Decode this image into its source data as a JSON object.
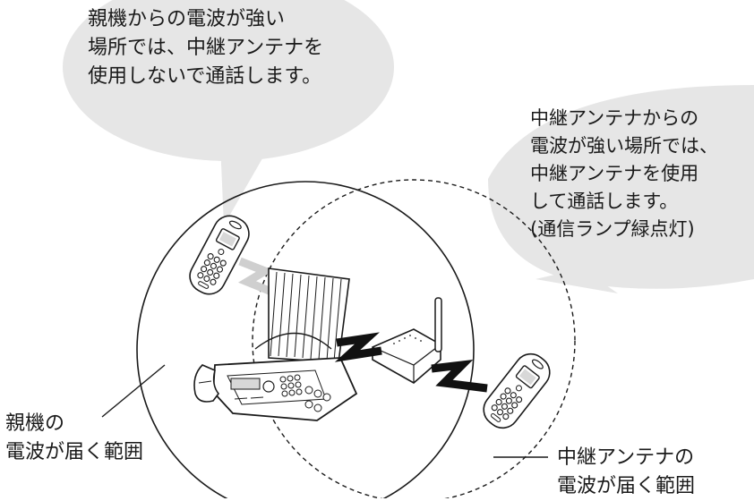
{
  "bubble_left": {
    "lines": [
      "親機からの電波が強い",
      "場所では、中継アンテナを",
      "使用しないで通話します。"
    ]
  },
  "bubble_right": {
    "lines": [
      "中継アンテナからの",
      "電波が強い場所では、",
      "中継アンテナを使用",
      "して通話します。",
      "(通信ランプ緑点灯)"
    ]
  },
  "label_base_range": {
    "lines": [
      "親機の",
      "電波が届く範囲"
    ]
  },
  "label_repeater_range": {
    "lines": [
      "中継アンテナの",
      "電波が届く範囲"
    ]
  },
  "colors": {
    "bubble_fill": "#e6e6e6",
    "line": "#1a1a1a",
    "device_fill": "#ffffff",
    "signal": "#111111"
  }
}
